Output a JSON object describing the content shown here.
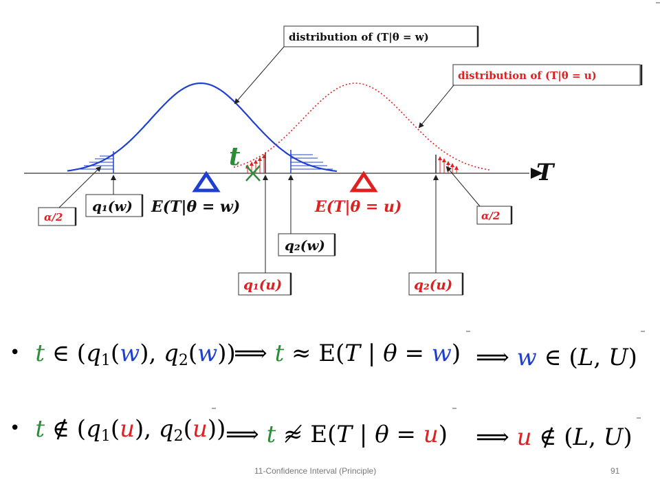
{
  "diagram": {
    "label_w": "distribution of (T|θ = w)",
    "label_u": "distribution of (T|θ = u)",
    "axis_label": "T",
    "t_label": "t",
    "alpha_left": "α/2",
    "alpha_right": "α/2",
    "q1w": "q₁(w)",
    "q2w": "q₂(w)",
    "q1u": "q₁(u)",
    "q2u": "q₂(u)",
    "ew": "E(T|θ = w)",
    "eu": "E(T|θ = u)",
    "delta": "Δ",
    "colors": {
      "blue": "#1f3fd0",
      "red": "#e02020",
      "green": "#2e8b3a",
      "axis": "#555555"
    }
  },
  "statements": {
    "line1": {
      "bullet": "•",
      "t": "t",
      "in": " ∈ (",
      "q": "q",
      "q1": "1",
      "open1": "(",
      "w1": "w",
      "close_comma": "), ",
      "q2": "2",
      "open2": "(",
      "w2": "w",
      "close2": "))",
      "implies1": "⟹",
      "t2": "t",
      "approx": " ≈ E(",
      "T": "T",
      "given": " | ",
      "theta": "θ",
      "eq": " = ",
      "w3": "w",
      "close3": ")",
      "implies2": "⟹",
      "w4": "w",
      "in2": " ∈ (",
      "L": "L",
      "comma": ", ",
      "U": "U",
      "close4": ")"
    },
    "line2": {
      "bullet": "•",
      "t": "t",
      "notin": " ∉ (",
      "q": "q",
      "q1": "1",
      "open1": "(",
      "u1": "u",
      "close_comma": "), ",
      "q2": "2",
      "open2": "(",
      "u2": "u",
      "close2": "))",
      "implies1": "⟹",
      "t2": "t",
      "napprox": " ≉ E(",
      "T": "T",
      "given": " | ",
      "theta": "θ",
      "eq": " = ",
      "u3": "u",
      "close3": ")",
      "implies2": "⟹",
      "u4": "u",
      "notin2": " ∉ (",
      "L": "L",
      "comma": ", ",
      "U": "U",
      "close4": ")"
    }
  },
  "footer": {
    "title": "11-Confidence Interval (Principle)",
    "page": "91"
  }
}
